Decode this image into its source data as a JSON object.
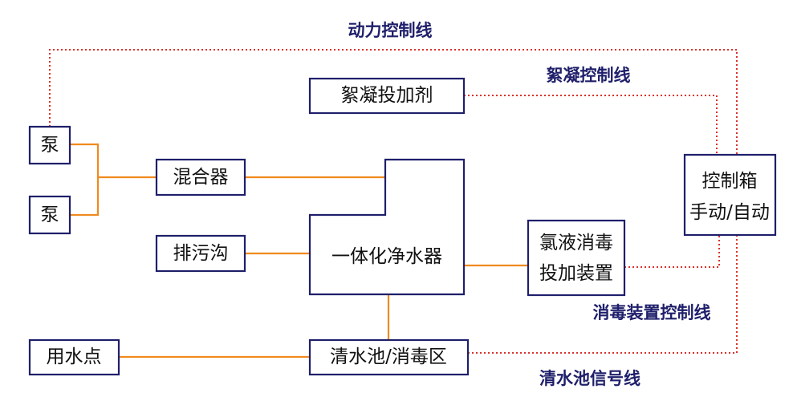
{
  "nodes": {
    "pump_1": "泵",
    "pump_2": "泵",
    "mixer": "混合器",
    "flocculant_dosing": "絮凝投加剂",
    "drain": "排污沟",
    "purifier": "一体化净水器",
    "chlorine_dosing_line1": "氯液消毒",
    "chlorine_dosing_line2": "投加装置",
    "control_box_line1": "控制箱",
    "control_box_line2": "手动/自动",
    "water_use_point": "用水点",
    "clear_water_tank": "清水池/消毒区"
  },
  "line_labels": {
    "power_control": "动力控制线",
    "flocculation_control": "絮凝控制线",
    "disinfection_control": "消毒装置控制线",
    "tank_signal": "清水池信号线"
  },
  "colors": {
    "box_border": "#1f1f6b",
    "pipe": "#f08a1e",
    "signal": "#d9322b",
    "label_text": "#1f1f6b"
  }
}
